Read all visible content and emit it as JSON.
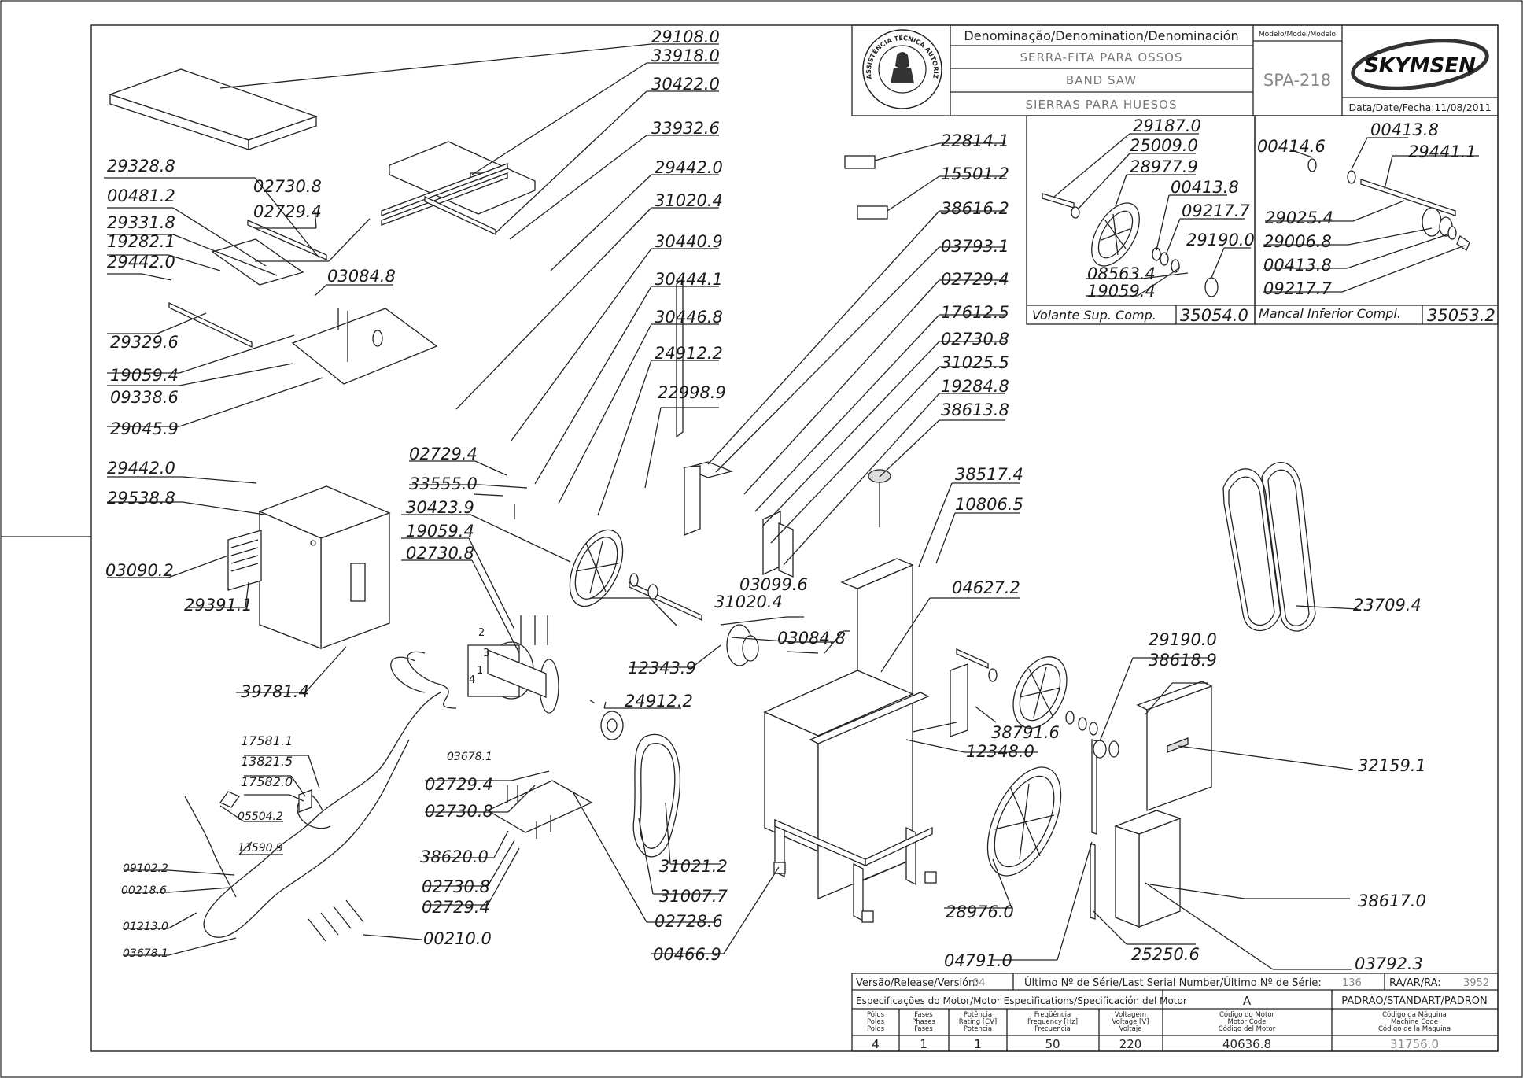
{
  "title_block": {
    "denomination_header": "Denominação/Denomination/Denominación",
    "name_pt": "SERRA-FITA PARA OSSOS",
    "name_en": "BAND SAW",
    "name_es": "SIERRAS PARA HUESOS",
    "model_header": "Modelo/Model/Modelo",
    "model": "SPA-218",
    "brand": "SKYMSEN",
    "seal_text": "ASSISTÊNCIA TÉCNICA AUTORIZADA",
    "date_label": "Data/Date/Fecha:11/08/2011"
  },
  "insets": {
    "upper_wheel": {
      "caption": "Volante Sup. Comp.",
      "code": "35054.0",
      "parts": [
        "29187.0",
        "25009.0",
        "28977.9",
        "00413.8",
        "09217.7",
        "29190.0",
        "08563.4",
        "19059.4"
      ]
    },
    "lower_bearing": {
      "caption": "Mancal Inferior Compl.",
      "code": "35053.2",
      "parts": [
        "00414.6",
        "00413.8",
        "29441.1",
        "29025.4",
        "29006.8",
        "00413.8",
        "09217.7"
      ]
    }
  },
  "labels": {
    "l29108": "29108.0",
    "l33918": "33918.0",
    "l30422": "30422.0",
    "l33932": "33932.6",
    "l29442a": "29442.0",
    "l31020a": "31020.4",
    "l30440": "30440.9",
    "l30444": "30444.1",
    "l30446": "30446.8",
    "l24912a": "24912.2",
    "l22998": "22998.9",
    "l29328": "29328.8",
    "l00481": "00481.2",
    "l29331": "29331.8",
    "l19282": "19282.1",
    "l29442b": "29442.0",
    "l29329": "29329.6",
    "l19059a": "19059.4",
    "l09338": "09338.6",
    "l29045": "29045.9",
    "l02730a": "02730.8",
    "l02729a": "02729.4",
    "l03084a": "03084.8",
    "l22814": "22814.1",
    "l15501": "15501.2",
    "l38616": "38616.2",
    "l03793": "03793.1",
    "l02729b": "02729.4",
    "l17612": "17612.5",
    "l02730b": "02730.8",
    "l31025": "31025.5",
    "l19284": "19284.8",
    "l38613": "38613.8",
    "l38517": "38517.4",
    "l10806": "10806.5",
    "l29442c": "29442.0",
    "l29538": "29538.8",
    "l03090": "03090.2",
    "l29391": "29391.1",
    "l39781": "39781.4",
    "l02729c": "02729.4",
    "l33555": "33555.0",
    "l30423": "30423.9",
    "l19059b": "19059.4",
    "l02730c": "02730.8",
    "l03099": "03099.6",
    "l31020b": "31020.4",
    "l03084b": "03084.8",
    "l04627": "04627.2",
    "l12343": "12343.9",
    "l24912b": "24912.2",
    "l29190": "29190.0",
    "l38618": "38618.9",
    "l23709": "23709.4",
    "l38791": "38791.6",
    "l12348": "12348.0",
    "l32159": "32159.1",
    "l03678a": "03678.1",
    "l02729d": "02729.4",
    "l02730d": "02730.8",
    "l38620": "38620.0",
    "l02730e": "02730.8",
    "l02729e": "02729.4",
    "l31021": "31021.2",
    "l31007": "31007.7",
    "l02728": "02728.6",
    "l00466": "00466.9",
    "l28976": "28976.0",
    "l38617": "38617.0",
    "l04791": "04791.0",
    "l25250": "25250.6",
    "l03792": "03792.3",
    "l00210": "00210.0",
    "l17581": "17581.1",
    "l13821": "13821.5",
    "l17582": "17582.0",
    "l05504": "05504.2",
    "l13590": "13590.9",
    "l09102": "09102.2",
    "l00218": "00218.6",
    "l01213": "01213.0",
    "l03678b": "03678.1",
    "w2": "2",
    "w3": "3",
    "w4": "4",
    "w1": "1"
  },
  "footer": {
    "version_label": "Versão/Release/Versión:",
    "version": "04",
    "serial_label": "Último Nº de Série/Last Serial Number/Último Nº de Série:",
    "serial": "136",
    "ra_label": "RA/AR/RA:",
    "ra": "3952",
    "motor_spec_label": "Especificações do Motor/Motor Especifications/Specificación del Motor",
    "motor_spec_value": "A",
    "standard_label": "PADRÃO/STANDART/PADRON",
    "col_poles": [
      "Pólos",
      "Poles",
      "Polos"
    ],
    "col_phases": [
      "Fases",
      "Phases",
      "Fases"
    ],
    "col_power": [
      "Potência",
      "Rating [CV]",
      "Potencia"
    ],
    "col_freq": [
      "Freqüência",
      "Frequency [Hz]",
      "Frecuencia"
    ],
    "col_voltage": [
      "Voltagem",
      "Voltage [V]",
      "Voltaje"
    ],
    "col_motor_code": [
      "Código do Motor",
      "Motor Code",
      "Código del Motor"
    ],
    "col_machine_code": [
      "Código da Máquina",
      "Machine Code",
      "Código de la Maquina"
    ],
    "poles": "4",
    "phases": "1",
    "power": "1",
    "frequency": "50",
    "voltage": "220",
    "motor_code": "40636.8",
    "machine_code": "31756.0"
  }
}
